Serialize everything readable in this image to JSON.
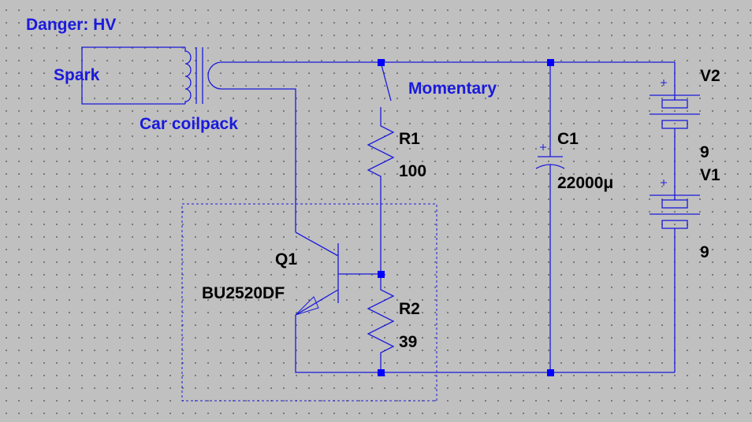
{
  "annotations": {
    "danger": "Danger: HV",
    "spark": "Spark",
    "coilpack": "Car coilpack",
    "momentary": "Momentary"
  },
  "components": {
    "r1": {
      "ref": "R1",
      "value": "100"
    },
    "r2": {
      "ref": "R2",
      "value": "39"
    },
    "c1": {
      "ref": "C1",
      "value": "22000μ"
    },
    "v1": {
      "ref": "V1",
      "value": "9"
    },
    "v2": {
      "ref": "V2",
      "value": "9"
    },
    "q1": {
      "ref": "Q1",
      "value": "BU2520DF"
    }
  },
  "colors": {
    "wire": "#1a1adc",
    "junction": "#0000ff",
    "background": "#c0c0c0",
    "grid_dot": "#6e6e6e"
  }
}
